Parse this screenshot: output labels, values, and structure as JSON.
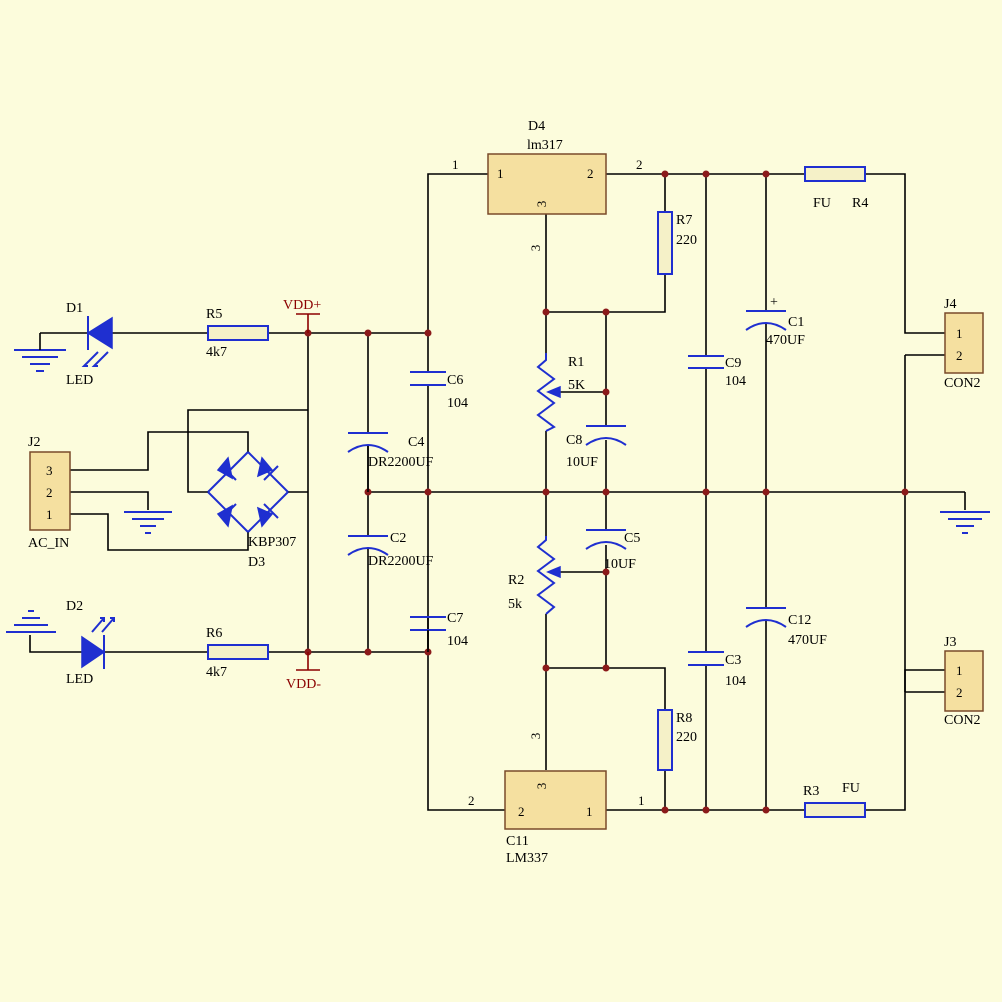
{
  "colors": {
    "background": "#fcfcdc",
    "wire": "#000000",
    "component": "#1f2fd0",
    "junction": "#8b1a1a",
    "ic_fill": "#f5e0a0",
    "power_label": "#8b0000"
  },
  "components": {
    "D4": {
      "ref": "D4",
      "value": "lm317",
      "pin_left": "1",
      "pin_right": "2",
      "pin_bottom": "3",
      "ext_pin_left": "1",
      "ext_pin_right": "2",
      "ext_pin_bottom": "3"
    },
    "C11": {
      "ref": "C11",
      "value": "LM337",
      "pin_left": "2",
      "pin_right": "1",
      "pin_top": "3",
      "ext_pin_left": "2",
      "ext_pin_right": "1",
      "ext_pin_top": "3"
    },
    "D1": {
      "ref": "D1",
      "value": "LED"
    },
    "D2": {
      "ref": "D2",
      "value": "LED"
    },
    "D3": {
      "ref": "D3",
      "value": "KBP307"
    },
    "R5": {
      "ref": "R5",
      "value": "4k7"
    },
    "R6": {
      "ref": "R6",
      "value": "4k7"
    },
    "R7": {
      "ref": "R7",
      "value": "220"
    },
    "R8": {
      "ref": "R8",
      "value": "220"
    },
    "R1": {
      "ref": "R1",
      "value": "5K"
    },
    "R2": {
      "ref": "R2",
      "value": "5k"
    },
    "R4": {
      "ref": "R4",
      "value": "FU"
    },
    "R3": {
      "ref": "R3",
      "value": "FU"
    },
    "C1": {
      "ref": "C1",
      "value": "470UF",
      "polarity": "+"
    },
    "C12": {
      "ref": "C12",
      "value": "470UF"
    },
    "C9": {
      "ref": "C9",
      "value": "104"
    },
    "C3": {
      "ref": "C3",
      "value": "104"
    },
    "C6": {
      "ref": "C6",
      "value": "104"
    },
    "C7": {
      "ref": "C7",
      "value": "104"
    },
    "C4": {
      "ref": "C4",
      "value": "DR2200UF"
    },
    "C2": {
      "ref": "C2",
      "value": "DR2200UF"
    },
    "C8": {
      "ref": "C8",
      "value": "10UF"
    },
    "C5": {
      "ref": "C5",
      "value": "10UF"
    },
    "J2": {
      "ref": "J2",
      "value": "AC_IN",
      "pins": [
        "3",
        "2",
        "1"
      ]
    },
    "J4": {
      "ref": "J4",
      "value": "CON2",
      "pins": [
        "1",
        "2"
      ]
    },
    "J3": {
      "ref": "J3",
      "value": "CON2",
      "pins": [
        "1",
        "2"
      ]
    }
  },
  "power": {
    "positive": "VDD+",
    "negative": "VDD-"
  }
}
